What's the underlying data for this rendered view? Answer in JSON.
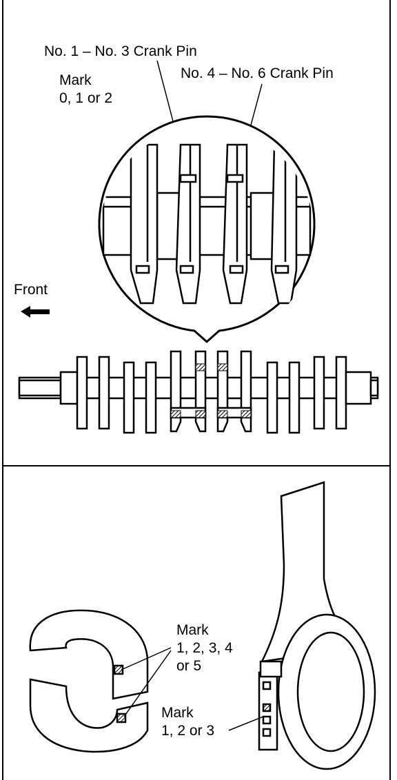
{
  "labels": {
    "crank_pin_1_3": "No. 1 – No. 3 Crank Pin",
    "crank_pin_4_6": "No. 4 – No. 6 Crank Pin",
    "crank_mark_title": "Mark",
    "crank_mark_values": "0, 1 or 2",
    "front": "Front",
    "bearing_mark_title": "Mark",
    "bearing_mark_line1": "1, 2, 3, 4",
    "bearing_mark_line2": "or 5",
    "rod_mark_title": "Mark",
    "rod_mark_values": "1, 2 or 3"
  },
  "icons": {
    "front_arrow": "arrow-left-icon"
  },
  "colors": {
    "ink": "#000000",
    "paper": "#ffffff",
    "hatch": "#333333"
  }
}
